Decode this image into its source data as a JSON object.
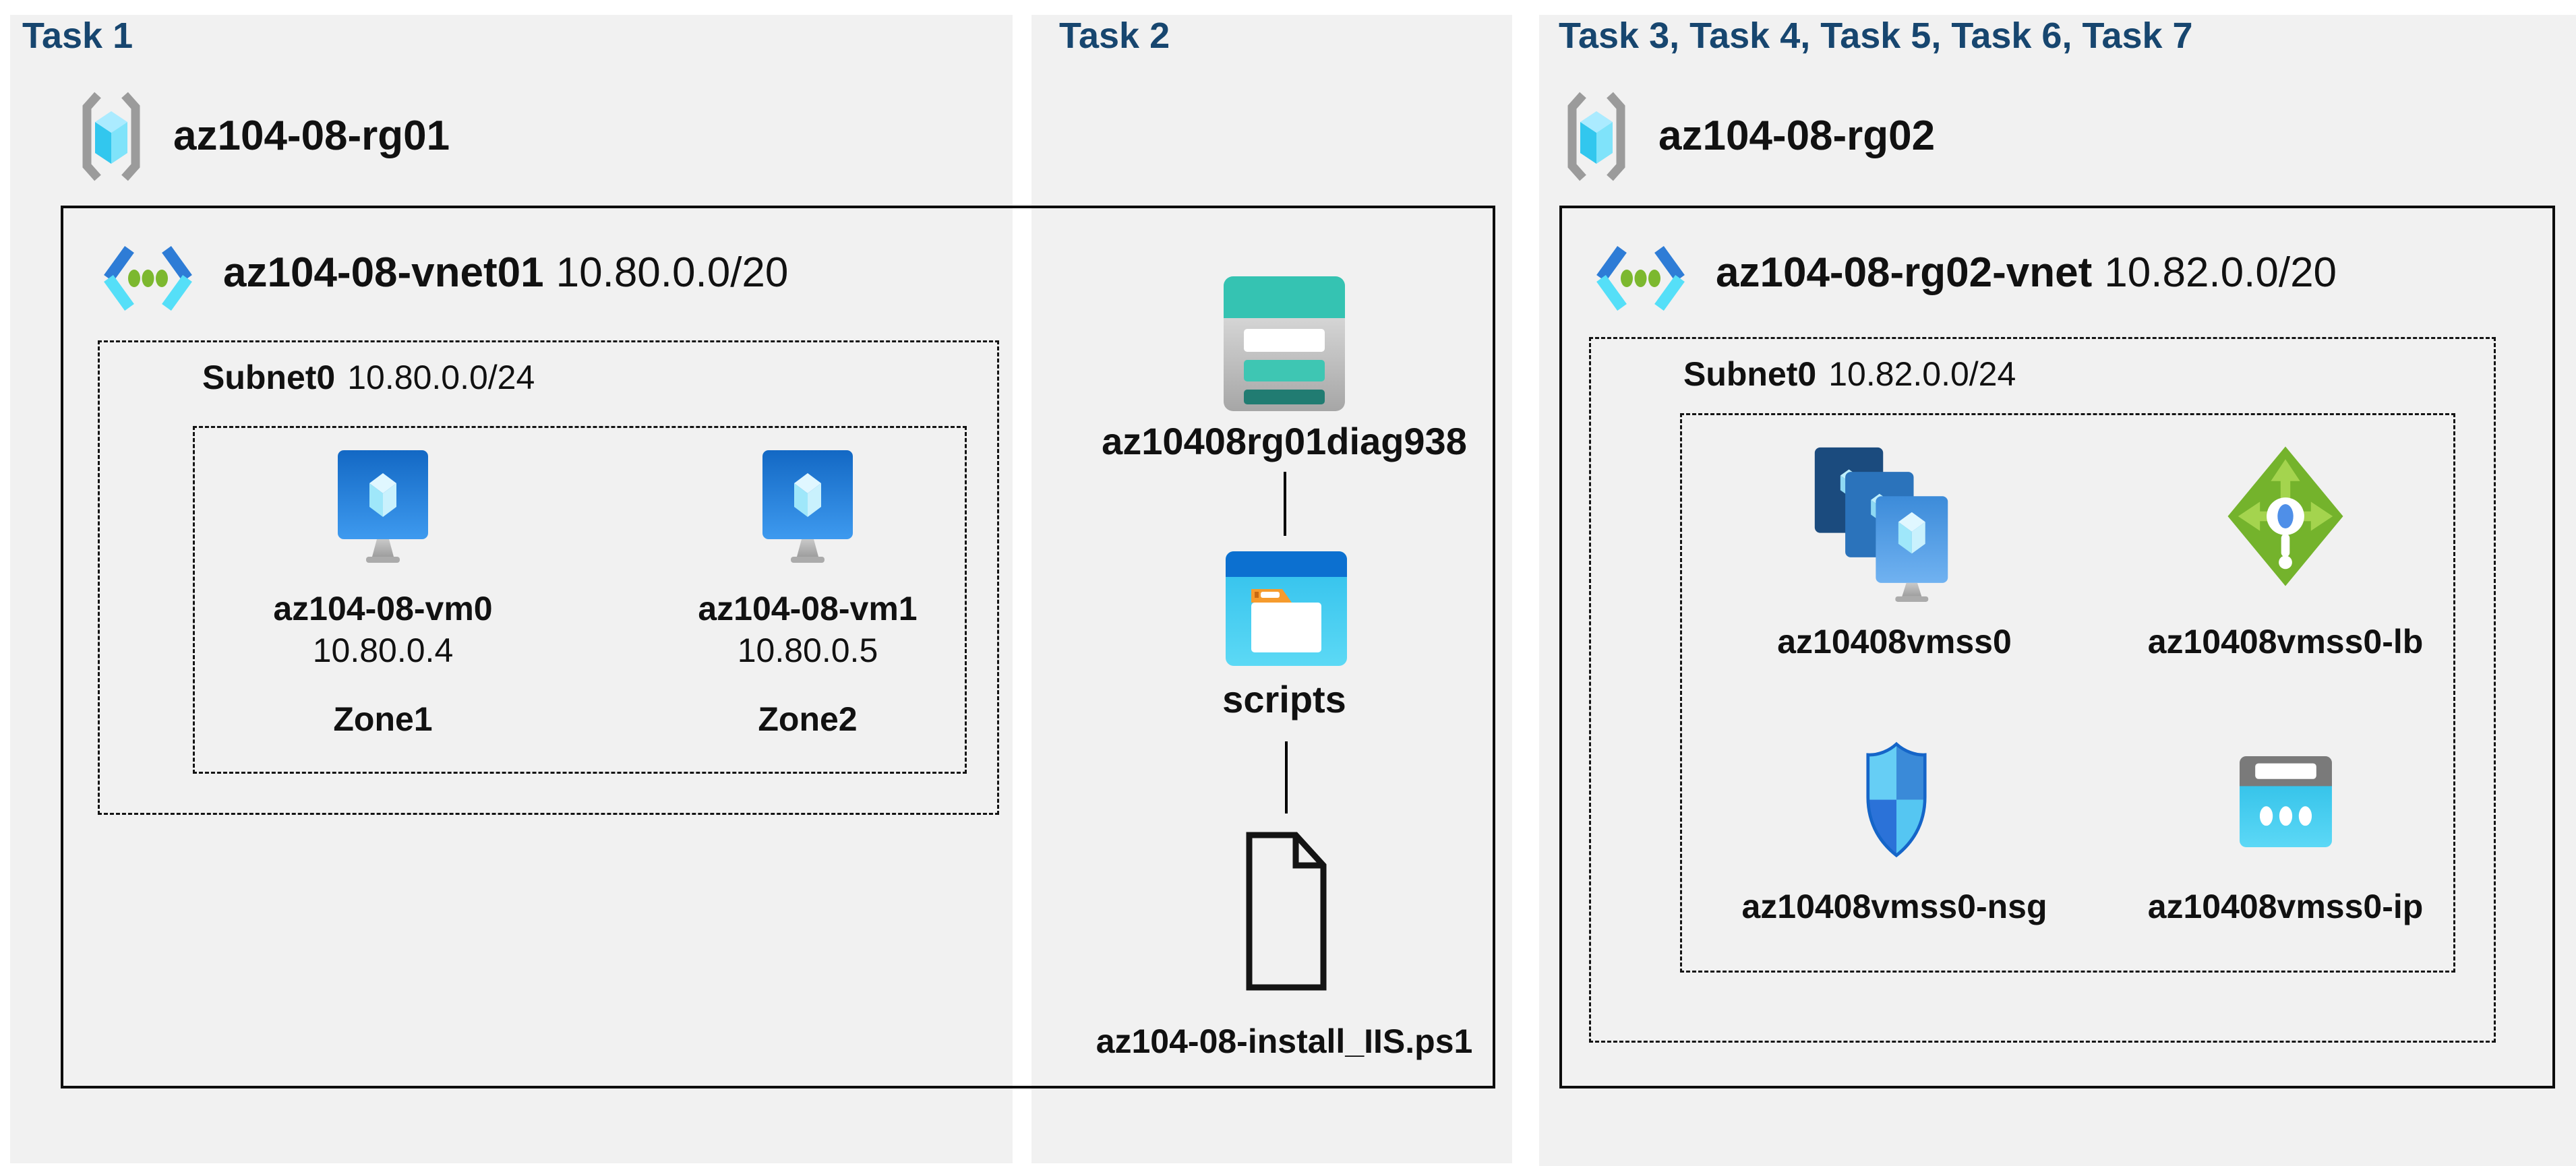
{
  "colors": {
    "title": "#17466F",
    "panel_bg": "#F1F1F1",
    "text": "#111111",
    "line": "#000000",
    "azure_blue": "#0078D4",
    "cyan": "#50E6FF",
    "teal": "#37C3B2",
    "green": "#7CB82F"
  },
  "task1": {
    "title": "Task 1",
    "resource_group": "az104-08-rg01",
    "vnet": {
      "name": "az104-08-vnet01",
      "cidr": "10.80.0.0/20"
    },
    "subnet": {
      "name": "Subnet0",
      "cidr": "10.80.0.0/24"
    },
    "vms": [
      {
        "name": "az104-08-vm0",
        "ip": "10.80.0.4",
        "zone": "Zone1"
      },
      {
        "name": "az104-08-vm1",
        "ip": "10.80.0.5",
        "zone": "Zone2"
      }
    ]
  },
  "task2": {
    "title": "Task 2",
    "storage_account": "az10408rg01diag938",
    "container": "scripts",
    "script_file": "az104-08-install_IIS.ps1"
  },
  "task3": {
    "title": "Task 3, Task 4, Task 5, Task 6, Task 7",
    "resource_group": "az104-08-rg02",
    "vnet": {
      "name": "az104-08-rg02-vnet",
      "cidr": "10.82.0.0/20"
    },
    "subnet": {
      "name": "Subnet0",
      "cidr": "10.82.0.0/24"
    },
    "resources": {
      "vmss": "az10408vmss0",
      "load_balancer": "az10408vmss0-lb",
      "nsg": "az10408vmss0-nsg",
      "public_ip": "az10408vmss0-ip"
    }
  }
}
